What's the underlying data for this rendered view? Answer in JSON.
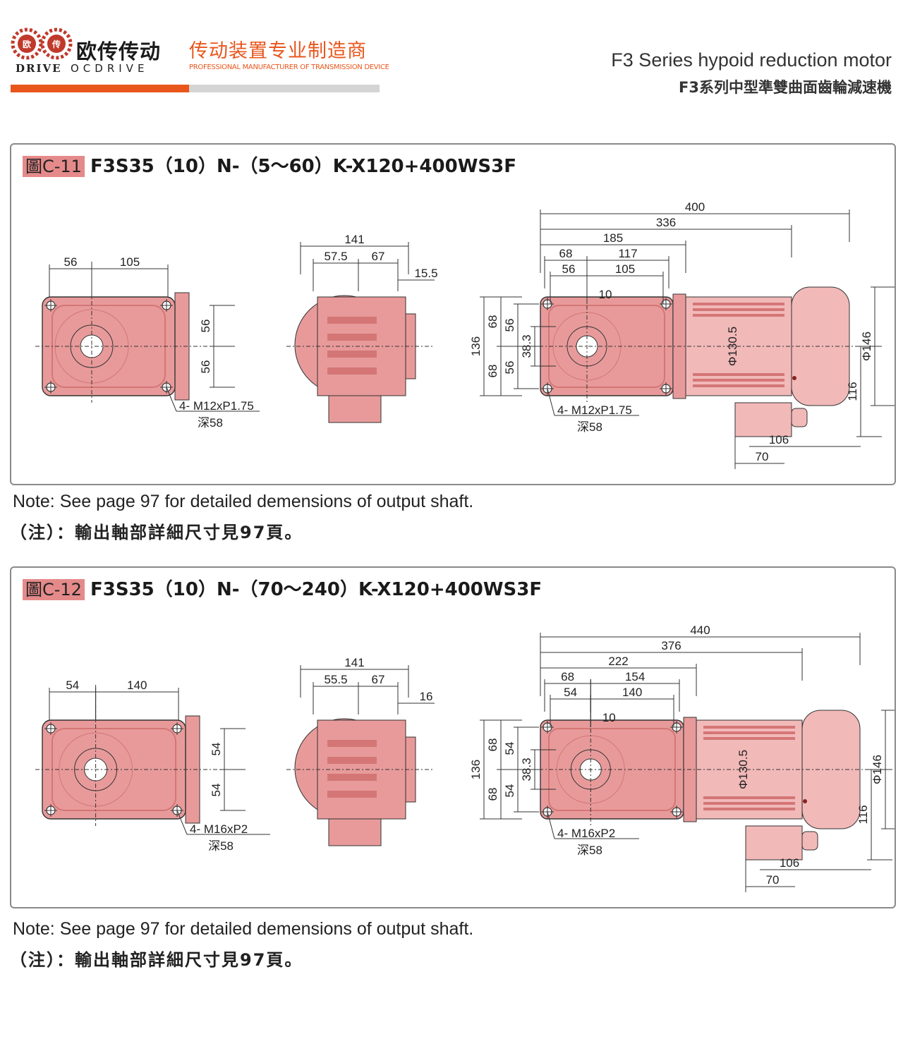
{
  "brand": {
    "logo_mark_text": "欧传",
    "name_cn": "欧传传动",
    "name_drive": "DRIVE",
    "name_en": "OCDRIVE",
    "tagline_cn": "传动装置专业制造商",
    "tagline_en": "PROFESSIONAL MANUFACTURER OF TRANSMISSION DEVICE"
  },
  "header": {
    "title_en": "F3 Series hypoid reduction motor",
    "title_cn": "F3系列中型準雙曲面齒輪減速機"
  },
  "colors": {
    "accent": "#e8561c",
    "body": "#e89a9a",
    "body_dark": "#d47676",
    "badge": "#e58a8a"
  },
  "figures": [
    {
      "badge": "圖C-11",
      "title": "F3S35（10）N-（5～60）K-X120+400WS3F",
      "front": {
        "w_left": "56",
        "w_right": "105",
        "h_top": "56",
        "h_bottom": "56",
        "thread": "4- M12xP1.75",
        "depth": "深58"
      },
      "side": {
        "total": "141",
        "left": "57.5",
        "right": "67",
        "flange": "15.5"
      },
      "motor": {
        "overall": "400",
        "to_fan": "336",
        "body": "185",
        "a_left": "68",
        "a_right": "117",
        "b_left": "56",
        "b_right": "105",
        "key": "10",
        "height": "136",
        "h_half_top": "68",
        "h_half_bottom": "68",
        "bolt_top": "56",
        "bolt_bottom": "56",
        "shaft_offset": "38.3",
        "motor_dia": "Φ130.5",
        "fan_dia": "Φ146",
        "box_height": "116",
        "box_len": "106",
        "box_pos": "70",
        "thread": "4- M12xP1.75",
        "depth": "深58"
      },
      "note_en": "Note: See page 97 for detailed demensions of output shaft.",
      "note_cn": "（注）：輸出軸部詳細尺寸見97頁。"
    },
    {
      "badge": "圖C-12",
      "title": "F3S35（10）N-（70～240）K-X120+400WS3F",
      "front": {
        "w_left": "54",
        "w_right": "140",
        "h_top": "54",
        "h_bottom": "54",
        "thread": "4- M16xP2",
        "depth": "深58"
      },
      "side": {
        "total": "141",
        "left": "55.5",
        "right": "67",
        "flange": "16"
      },
      "motor": {
        "overall": "440",
        "to_fan": "376",
        "body": "222",
        "a_left": "68",
        "a_right": "154",
        "b_left": "54",
        "b_right": "140",
        "key": "10",
        "height": "136",
        "h_half_top": "68",
        "h_half_bottom": "68",
        "bolt_top": "54",
        "bolt_bottom": "54",
        "shaft_offset": "38.3",
        "motor_dia": "Φ130.5",
        "fan_dia": "Φ146",
        "box_height": "116",
        "box_len": "106",
        "box_pos": "70",
        "thread": "4- M16xP2",
        "depth": "深58"
      },
      "note_en": "Note: See page 97 for detailed demensions of output shaft.",
      "note_cn": "（注）：輸出軸部詳細尺寸見97頁。"
    }
  ]
}
